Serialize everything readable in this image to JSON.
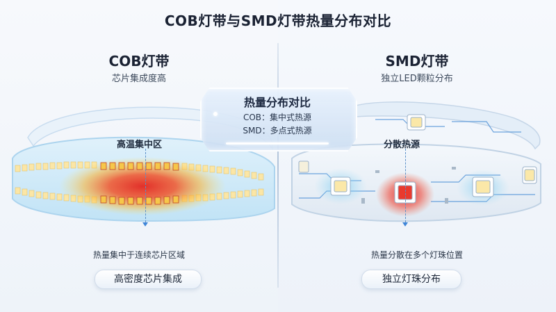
{
  "title": "COB灯带与SMD灯带热量分布对比",
  "left": {
    "heading": "COB灯带",
    "subheading": "芯片集成度高",
    "zone_label": "高温集中区",
    "note": "热量集中于连续芯片区域",
    "pill": "高密度芯片集成"
  },
  "right": {
    "heading": "SMD灯带",
    "subheading": "独立LED颗粒分布",
    "zone_label": "分散热源",
    "note": "热量分散在多个灯珠位置",
    "pill": "独立灯珠分布"
  },
  "center_card": {
    "title": "热量分布对比",
    "line1": "COB：集中式热源",
    "line2": "SMD：多点式热源"
  },
  "colors": {
    "hot": "#e8332a",
    "warm": "#f5a12a",
    "cool": "#8fd0f2",
    "accent": "#3f86d8"
  }
}
